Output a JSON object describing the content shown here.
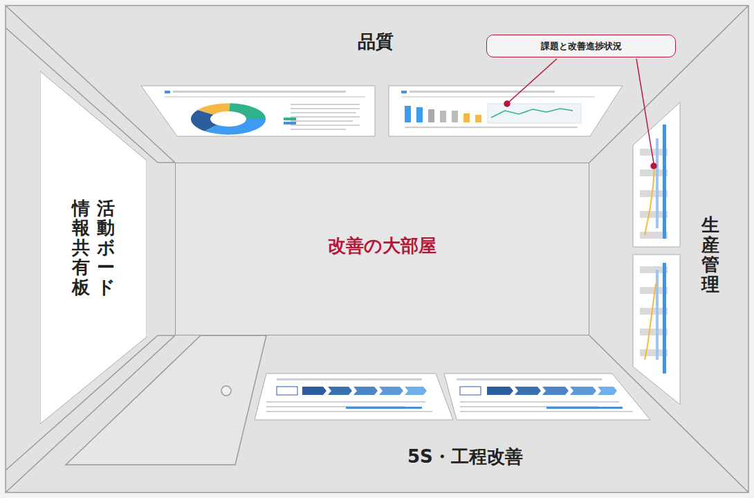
{
  "diagram": {
    "nodes": [
      {
        "text": [
          "情報共有板",
          "活動ボード"
        ]
      },
      {
        "text": [
          "改善の大部屋"
        ]
      },
      {
        "text": [
          "課題と改善進捗状況"
        ]
      }
    ],
    "labels": [
      "品質",
      "生産管理",
      "5S・工程改善"
    ]
  }
}
